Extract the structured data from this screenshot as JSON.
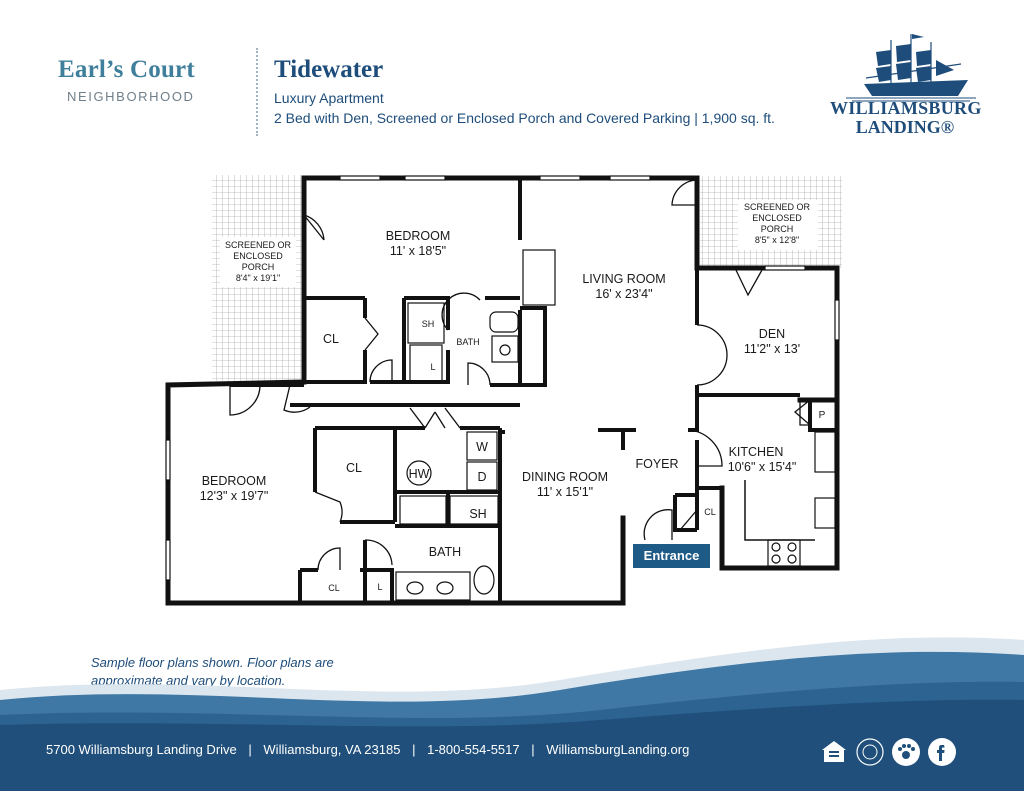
{
  "header": {
    "neighborhood_name": "Earl’s Court",
    "neighborhood_label": "NEIGHBORHOOD",
    "plan_name": "Tidewater",
    "plan_type": "Luxury Apartment",
    "plan_description": "2 Bed with Den, Screened or Enclosed Porch and Covered Parking  |  1,900 sq. ft."
  },
  "logo": {
    "line1": "WILLIAMSBURG",
    "line2": "LANDING®",
    "icon": "tall-ship-icon"
  },
  "floorplan": {
    "porch_left": {
      "line1": "SCREENED OR",
      "line2": "ENCLOSED",
      "line3": "PORCH",
      "dims": "8'4\" x 19'1\""
    },
    "porch_right": {
      "line1": "SCREENED OR",
      "line2": "ENCLOSED",
      "line3": "PORCH",
      "dims": "8'5\" x 12'8\""
    },
    "bedroom_top": {
      "name": "BEDROOM",
      "dims": "11' x 18'5\""
    },
    "living_room": {
      "name": "LIVING ROOM",
      "dims": "16' x 23'4\""
    },
    "den": {
      "name": "DEN",
      "dims": "11'2\" x 13'"
    },
    "bedroom_left": {
      "name": "BEDROOM",
      "dims": "12'3\" x 19'7\""
    },
    "kitchen": {
      "name": "KITCHEN",
      "dims": "10'6\" x 15'4\""
    },
    "dining_room": {
      "name": "DINING ROOM",
      "dims": "11' x 15'1\""
    },
    "foyer": "FOYER",
    "bath_bottom": "BATH",
    "bath_top": "BATH",
    "closet": "CL",
    "shower": "SH",
    "linen": "L",
    "pantry": "P",
    "water_heater": "HW",
    "washer": "W",
    "dryer": "D"
  },
  "entrance_label": "Entrance",
  "disclaimer": "Sample floor plans shown. Floor plans are approximate and vary by location.",
  "footer": {
    "address": "5700 Williamsburg Landing Drive",
    "city": "Williamsburg, VA 23185",
    "phone": "1-800-554-5517",
    "website": "WilliamsburgLanding.org",
    "separator": "|",
    "icons": [
      "equal-housing-icon",
      "carf-icon",
      "paw-icon",
      "facebook-icon"
    ]
  },
  "colors": {
    "navy": "#1e4d7b",
    "teal": "#3f7f9b",
    "wave_dark": "#1f4f7a",
    "wave_mid": "#3f78a4",
    "wave_light": "#dbe6ef"
  }
}
